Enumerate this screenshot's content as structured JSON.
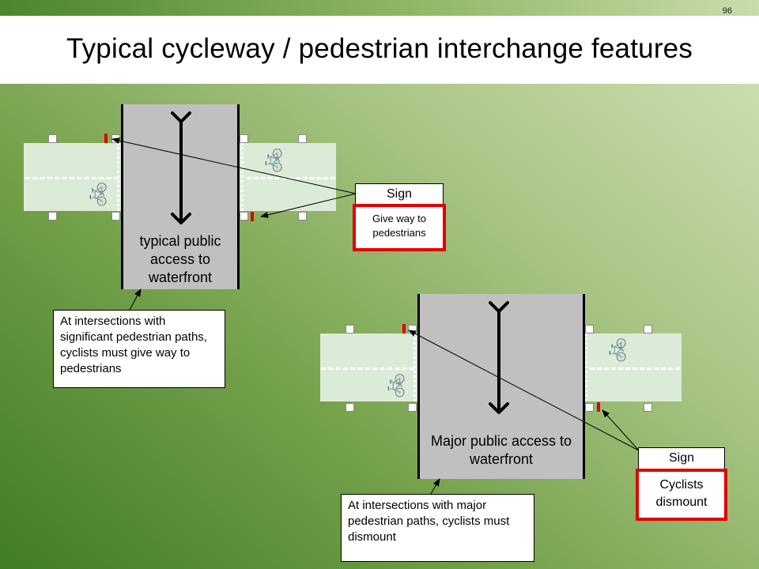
{
  "slide": {
    "number": "96",
    "title": "Typical cycleway / pedestrian interchange features"
  },
  "diagram_top": {
    "road_label": "typical public access to waterfront",
    "sign_header": "Sign",
    "sign_text": "Give way to pedestrians",
    "note": "At intersections with significant pedestrian paths, cyclists must give way to pedestrians"
  },
  "diagram_bottom": {
    "road_label": "Major public access to waterfront",
    "sign_header": "Sign",
    "sign_text": "Cyclists dismount",
    "note": "At intersections with major pedestrian paths, cyclists must dismount"
  },
  "icons": [
    "bicycle-icon",
    "double-arrow-icon"
  ],
  "colors": {
    "sign_border": "#e00000",
    "marker": "#e00000",
    "road": "#c0c0c0",
    "cycleway": "#dcebd8"
  }
}
